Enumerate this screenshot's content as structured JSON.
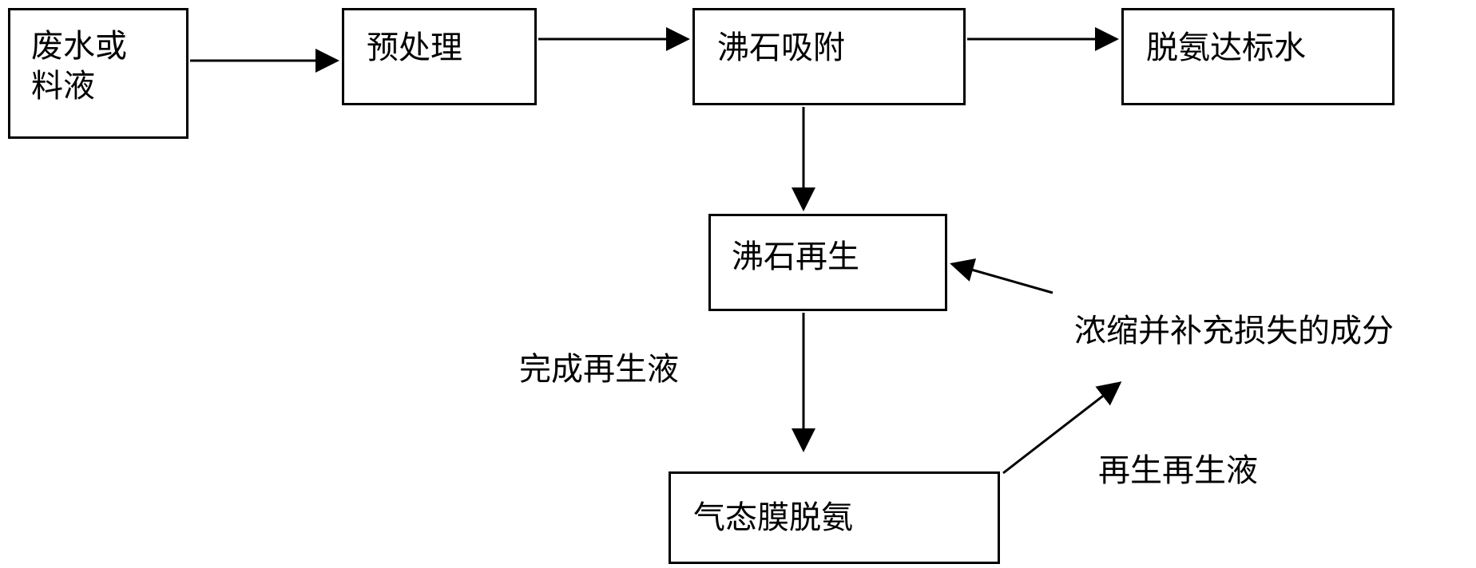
{
  "nodes": {
    "wastewater": {
      "lines": [
        "废水或",
        "料液"
      ]
    },
    "pretreatment": {
      "label": "预处理"
    },
    "zeolite_adsorption": {
      "label": "沸石吸附"
    },
    "deammoniated_water": {
      "label": "脱氨达标水"
    },
    "zeolite_regeneration": {
      "label": "沸石再生"
    },
    "gas_membrane": {
      "label": "气态膜脱氨"
    }
  },
  "edge_labels": {
    "completed_regen_liquid": "完成再生液",
    "concentrate_supplement": "浓缩并补充损失的成分",
    "regenerated_regen_liquid": "再生再生液"
  },
  "colors": {
    "stroke": "#000000",
    "background": "#ffffff"
  }
}
